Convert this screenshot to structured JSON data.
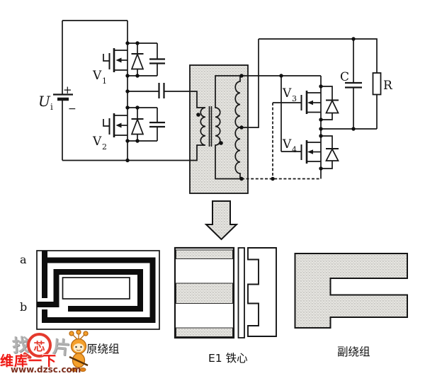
{
  "labels": {
    "u": {
      "base": "U",
      "sub": "i"
    },
    "plus": "+",
    "minus": "−",
    "v1": {
      "base": "V",
      "sub": "1"
    },
    "v2": {
      "base": "V",
      "sub": "2"
    },
    "v3": {
      "base": "V",
      "sub": "3"
    },
    "v4": {
      "base": "V",
      "sub": "4"
    },
    "c": "C",
    "r": "R"
  },
  "winding_labels": {
    "a": "a",
    "b": "b"
  },
  "captions": {
    "primary": "原绕组",
    "core": "E1 铁心",
    "secondary": "副绕组"
  },
  "watermark": {
    "zhao": "找",
    "xin": "芯",
    "pian": "片",
    "brand": "维库一下",
    "url": "www.dzsc.com"
  }
}
